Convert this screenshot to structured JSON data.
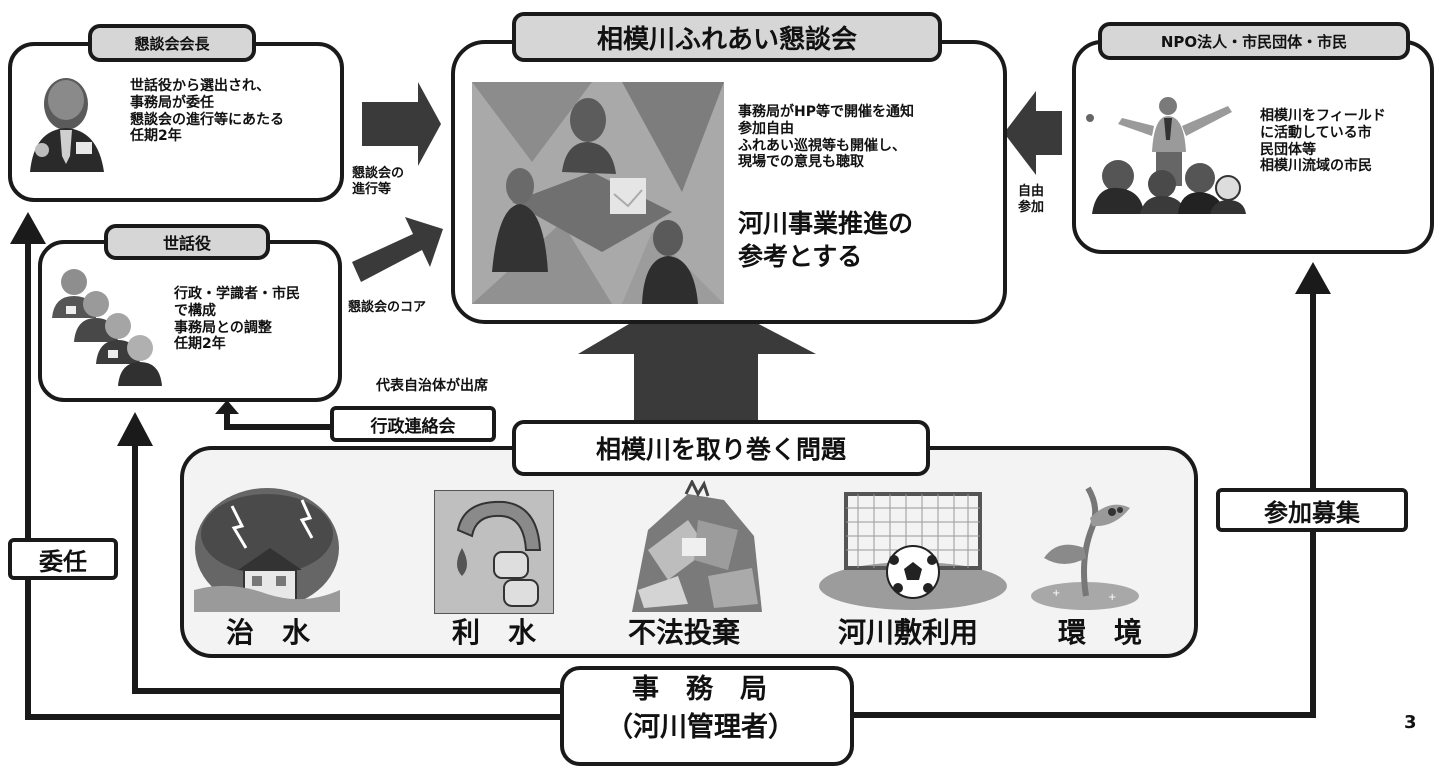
{
  "chairman": {
    "title": "懇談会会長",
    "lines": [
      "世話役から選出され、",
      "事務局が委任",
      "懇談会の進行等にあたる",
      "任期2年"
    ]
  },
  "caretaker": {
    "title": "世話役",
    "lines": [
      "行政・学識者・市民",
      "で構成",
      "事務局との調整",
      "任期2年"
    ]
  },
  "council": {
    "title": "相模川ふれあい懇談会",
    "lines": [
      "事務局がHP等で開催を通知",
      "参加自由",
      "ふれあい巡視等も開催し、",
      "現場での意見も聴取"
    ],
    "big_lines": [
      "河川事業推進の",
      "参考とする"
    ]
  },
  "npo": {
    "title": "NPO法人・市民団体・市民",
    "lines": [
      "相模川をフィールド",
      "に活動している市",
      "民団体等",
      "相模川流域の市民"
    ]
  },
  "arrow_labels": {
    "progress": [
      "懇談会の",
      "進行等"
    ],
    "core": "懇談会のコア",
    "free": [
      "自由",
      "参加"
    ],
    "rep": "代表自治体が出席"
  },
  "admin_liaison": "行政連絡会",
  "issues": {
    "title": "相模川を取り巻く問題",
    "items": [
      {
        "label": "治　水",
        "icon": "flood-storm-icon"
      },
      {
        "label": "利　水",
        "icon": "water-faucet-icon"
      },
      {
        "label": "不法投棄",
        "icon": "garbage-pile-icon"
      },
      {
        "label": "河川敷利用",
        "icon": "soccer-goal-icon"
      },
      {
        "label": "環　境",
        "icon": "plant-sprout-icon"
      }
    ]
  },
  "delegate": "委任",
  "recruit": "参加募集",
  "secretariat": {
    "line1": "事　務　局",
    "line2": "（河川管理者）"
  },
  "page_number": "3",
  "colors": {
    "arrow": "#3a3a3a",
    "tab_fill": "#d6d6d6",
    "border": "#1a1a1a"
  }
}
